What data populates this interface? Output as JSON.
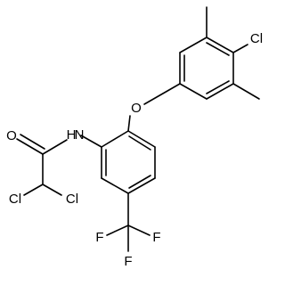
{
  "molecule": {
    "atom_labels": {
      "cl_aryl": "Cl",
      "oxygen_ether": "O",
      "oxygen_carbonyl": "O",
      "nitrogen_amide": "N",
      "hydrogen_amide": "H",
      "cl_left": "Cl",
      "cl_right": "Cl",
      "fluorine_left": "F",
      "fluorine_right": "F",
      "fluorine_bottom": "F"
    }
  }
}
